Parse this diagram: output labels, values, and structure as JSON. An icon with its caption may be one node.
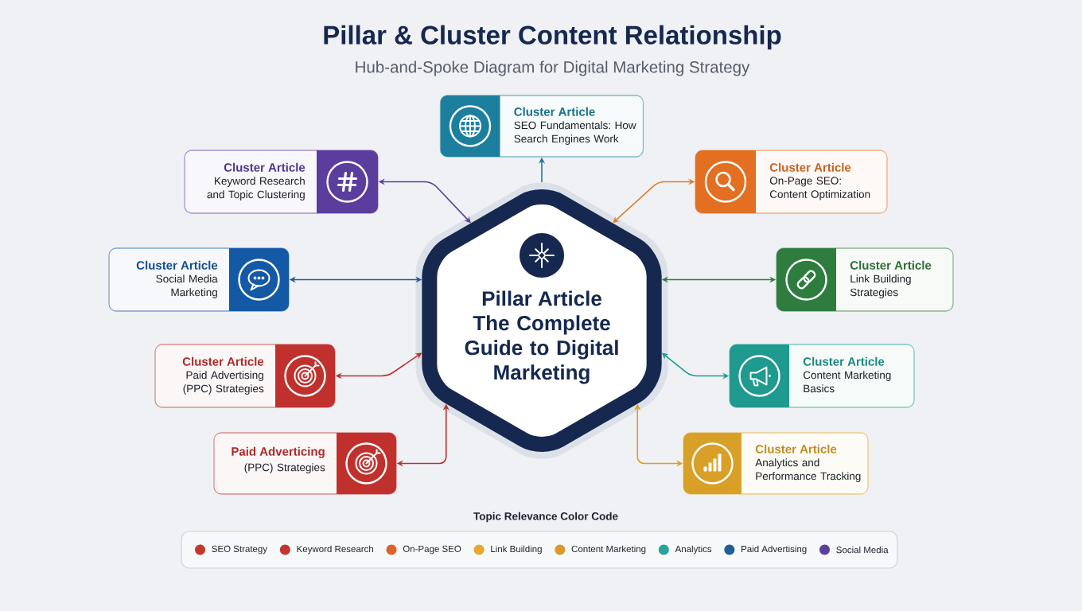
{
  "diagram": {
    "title": "Pillar & Cluster Content Relationship",
    "nodes": [
      {
        "text": [
          "Pillar Article",
          "The Complete Guide to Digital Marketing"
        ]
      },
      {
        "text": [
          "Cluster Article",
          "SEO Fundamentals: How Search Engines Work"
        ]
      },
      {
        "text": [
          "Cluster Article",
          "Keyword Research and Topic Clustering"
        ]
      },
      {
        "text": [
          "Cluster Article",
          "On-Page SEO: Content Optimization"
        ]
      },
      {
        "text": [
          "Cluster Article",
          "Social Media Marketing"
        ]
      },
      {
        "text": [
          "Cluster Article",
          "Link Building Strategies"
        ]
      },
      {
        "text": [
          "Cluster Article",
          "Paid Advertising (PPC) Strategies"
        ]
      },
      {
        "text": [
          "Cluster Article",
          "Content Marketing Basics"
        ]
      },
      {
        "text": [
          "Paid Adverticing",
          "(PPC) Strategies"
        ]
      },
      {
        "text": [
          "Cluster Article",
          "Analytics and Performance Tracking"
        ]
      }
    ],
    "edges": [
      {
        "from": 0,
        "to": 1,
        "arrow": "to",
        "color": "#1d7a9a"
      },
      {
        "from": 2,
        "to": 0,
        "arrow": "both",
        "color": "#5b3f96"
      },
      {
        "from": 3,
        "to": 0,
        "arrow": "both",
        "color": "#e07b2a"
      },
      {
        "from": 4,
        "to": 0,
        "arrow": "both",
        "color": "#1f5a9a"
      },
      {
        "from": 5,
        "to": 0,
        "arrow": "both",
        "color": "#2e7d3e"
      },
      {
        "from": 6,
        "to": 0,
        "arrow": "both",
        "color": "#b8302e"
      },
      {
        "from": 7,
        "to": 0,
        "arrow": "both",
        "color": "#1e9a8e"
      },
      {
        "from": 8,
        "to": 0,
        "arrow": "both",
        "color": "#b8302e"
      },
      {
        "from": 9,
        "to": 0,
        "arrow": "both",
        "color": "#d9a027"
      }
    ],
    "labels": [
      "Hub-and-Spoke Diagram for Digital Marketing Strategy",
      "Topic Relevance Color Code"
    ],
    "legend": [
      {
        "text": "SEO Strategy",
        "color": "#c0392b"
      },
      {
        "text": "Keyword Research",
        "color": "#c2342e"
      },
      {
        "text": "On-Page SEO",
        "color": "#e0622a"
      },
      {
        "text": "Link Building",
        "color": "#e8a830"
      },
      {
        "text": "Content Marketing",
        "color": "#d99a2b"
      },
      {
        "text": "Analytics",
        "color": "#26a39a"
      },
      {
        "text": "Paid Advertising",
        "color": "#1f5f95"
      },
      {
        "text": "Social Media",
        "color": "#5b3fa0"
      }
    ]
  }
}
